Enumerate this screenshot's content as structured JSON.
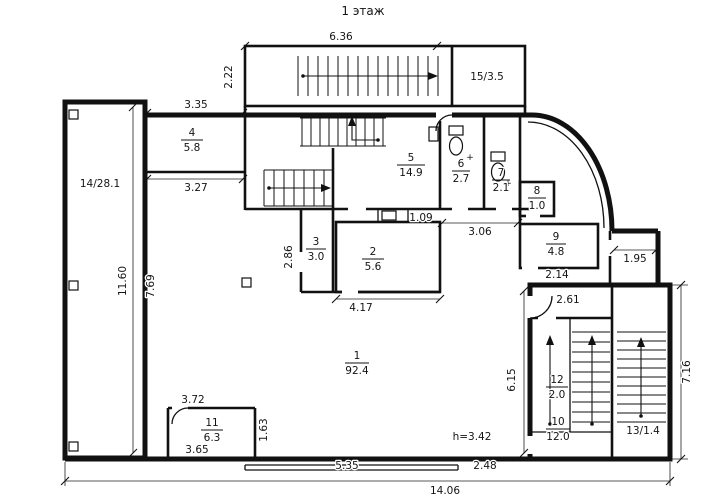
{
  "title": "1 этаж",
  "rooms": {
    "r1": {
      "num": "1",
      "area": "92.4"
    },
    "r2": {
      "num": "2",
      "area": "5.6"
    },
    "r3": {
      "num": "3",
      "area": "3.0"
    },
    "r4": {
      "num": "4",
      "area": "5.8"
    },
    "r5": {
      "num": "5",
      "area": "14.9"
    },
    "r6": {
      "num": "6",
      "area": "2.7"
    },
    "r7": {
      "num": "7",
      "area": "2.1"
    },
    "r8": {
      "num": "8",
      "area": "1.0"
    },
    "r9": {
      "num": "9",
      "area": "4.8"
    },
    "r10": {
      "num": "10",
      "area": "12.0"
    },
    "r11": {
      "num": "11",
      "area": "6.3"
    },
    "r12": {
      "num": "12",
      "area": "2.0"
    },
    "r13": {
      "label": "13/1.4"
    },
    "r14": {
      "label": "14/28.1"
    },
    "r15": {
      "label": "15/3.5"
    }
  },
  "dims": {
    "top_block_width": "6.36",
    "top_block_depth": "2.22",
    "north_segment": "3.35",
    "room4_width": "3.27",
    "left_wing_inner": "11.60",
    "hall_west_height": "7.69",
    "room3_depth": "2.86",
    "room2_width": "4.17",
    "niche_width": "1.09",
    "wc_block_width": "3.06",
    "room9_width": "2.14",
    "right_annex_width": "1.95",
    "stair_hall_top": "2.61",
    "hall_east_height": "6.15",
    "right_block_height": "7.16",
    "room11_width": "3.72",
    "room11_depth": "1.63",
    "room11_bottom": "3.65",
    "south_segment_left": "5.35",
    "south_segment_right": "2.48",
    "overall_width": "14.06"
  },
  "annotations": {
    "ceiling_height": "h=3.42",
    "drain_mark": "+"
  }
}
